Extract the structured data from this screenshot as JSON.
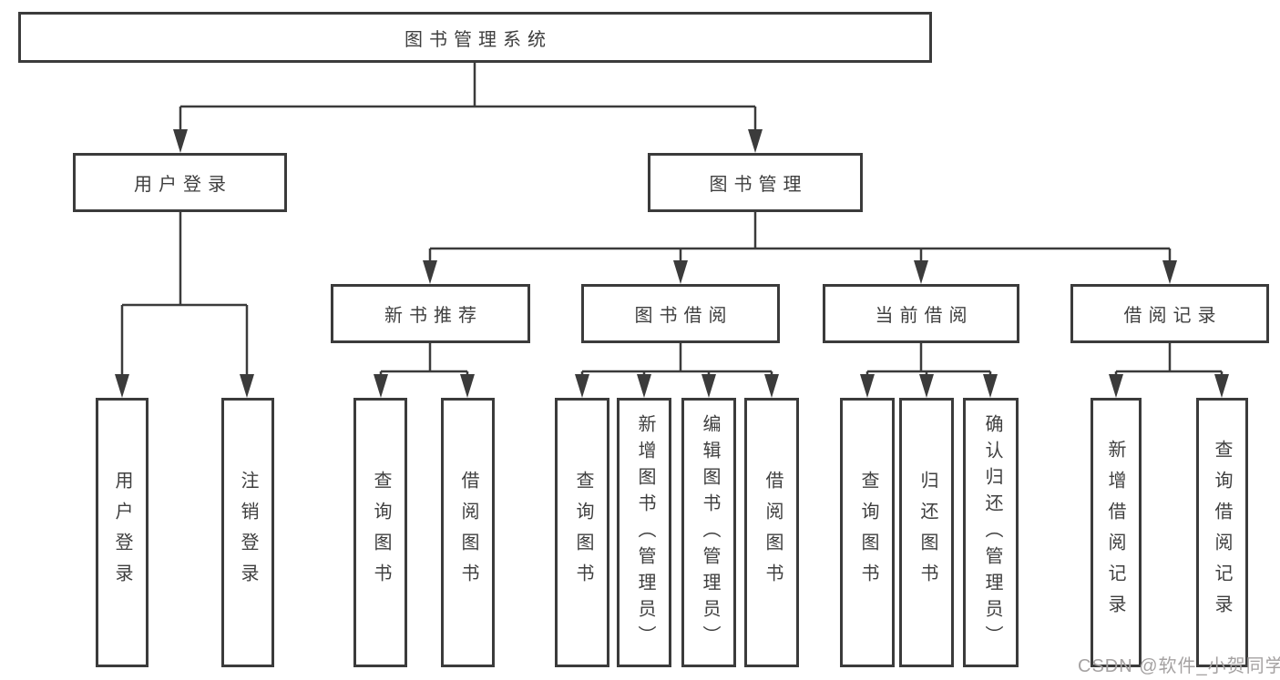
{
  "diagram": {
    "title": "图书管理系统",
    "root": {
      "label": "图书管理系统"
    },
    "branches": [
      {
        "label": "用户登录"
      },
      {
        "label": "图书管理"
      }
    ],
    "modules": [
      {
        "label": "新书推荐"
      },
      {
        "label": "图书借阅"
      },
      {
        "label": "当前借阅"
      },
      {
        "label": "借阅记录"
      }
    ],
    "leaves": [
      {
        "label": "用户登录"
      },
      {
        "label": "注销登录"
      },
      {
        "label": "查询图书"
      },
      {
        "label": "借阅图书"
      },
      {
        "label": "查询图书"
      },
      {
        "label": "新增图书（管理员）"
      },
      {
        "label": "编辑图书（管理员）"
      },
      {
        "label": "借阅图书"
      },
      {
        "label": "查询图书"
      },
      {
        "label": "归还图书"
      },
      {
        "label": "确认归还（管理员）"
      },
      {
        "label": "新增借阅记录"
      },
      {
        "label": "查询借阅记录"
      }
    ]
  },
  "watermark": {
    "text": "CSDN @软件_小贺同学"
  },
  "colors": {
    "line": "#3b3b3b",
    "text": "#3f3f3f",
    "node_fill": "#ffffff",
    "watermark": "#a5a2a2",
    "background": "#ffffff"
  }
}
